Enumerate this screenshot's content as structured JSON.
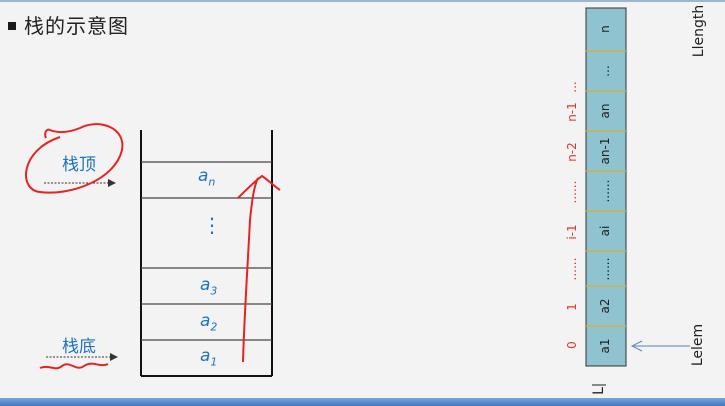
{
  "slide": {
    "title": "栈的示意图"
  },
  "stack": {
    "top_label": "栈顶",
    "bottom_label": "栈底",
    "cells": [
      {
        "base": "a",
        "sub": "n"
      },
      {
        "base": "",
        "sub": "",
        "dots": "⋮"
      },
      {
        "base": "a",
        "sub": "3"
      },
      {
        "base": "a",
        "sub": "2"
      },
      {
        "base": "a",
        "sub": "1"
      }
    ]
  },
  "array": {
    "cells": [
      "n",
      "...",
      "an",
      "an-1",
      "......",
      "ai",
      "......",
      "a2",
      "a1"
    ],
    "indices": [
      "...",
      "n-1",
      "n-2",
      "......",
      "i-1",
      "......",
      "1",
      "0"
    ],
    "length_label": "Llength",
    "elem_label": "Lelem",
    "name_label": "L"
  },
  "colors": {
    "blue_text": "#1e73be",
    "red_annotation": "#e8231f",
    "array_fill": "#8fc3cf",
    "index_red": "#d9392c"
  }
}
